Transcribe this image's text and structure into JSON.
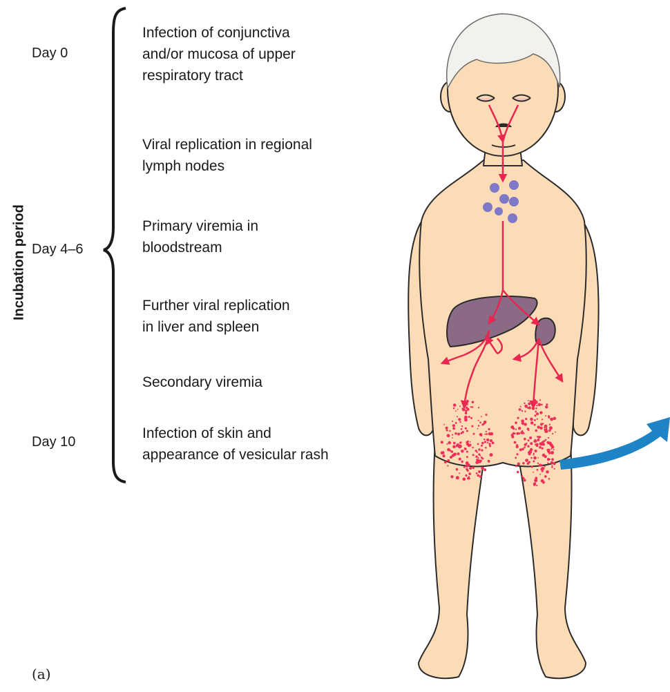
{
  "timeline": {
    "axis_label": "Incubation period",
    "days": [
      {
        "label": "Day 0"
      },
      {
        "label": "Day 4–6"
      },
      {
        "label": "Day 10"
      }
    ],
    "steps": [
      {
        "lines": [
          "Infection of conjunctiva",
          "and/or mucosa of upper",
          "respiratory tract"
        ]
      },
      {
        "lines": [
          "Viral replication in regional",
          "lymph nodes"
        ]
      },
      {
        "lines": [
          "Primary viremia in",
          "bloodstream"
        ]
      },
      {
        "lines": [
          "Further viral replication",
          "in liver and spleen"
        ]
      },
      {
        "lines": [
          "Secondary viremia"
        ]
      },
      {
        "lines": [
          "Infection of skin and",
          "appearance of vesicular  rash"
        ]
      }
    ]
  },
  "figure_label": "(a)",
  "colors": {
    "skin": "#fbdcb6",
    "outline": "#2a2a2a",
    "arrow": "#e8264f",
    "lymph": "#7d78c8",
    "organ": "#8b6a86",
    "rash": "#ee2f5a",
    "callout_arrow": "#1f84c6"
  }
}
